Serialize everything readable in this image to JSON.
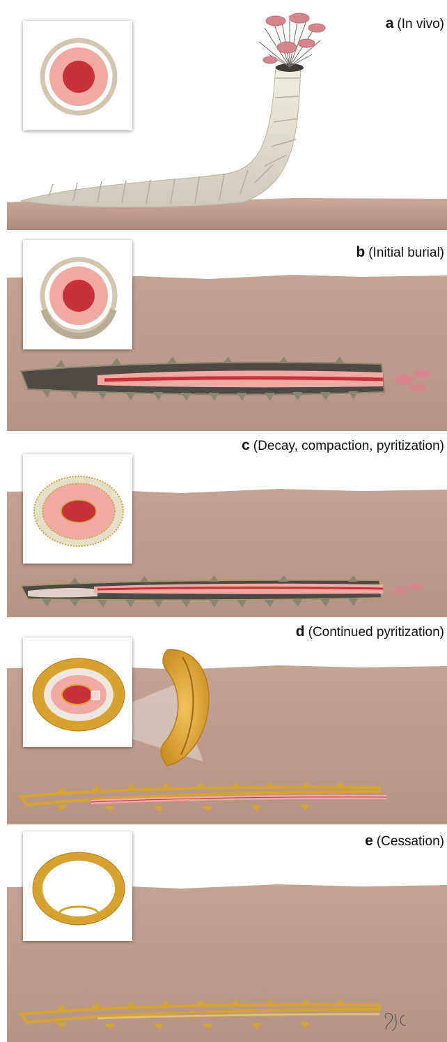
{
  "panels": [
    {
      "letter": "a",
      "caption": "(In vivo)"
    },
    {
      "letter": "b",
      "caption": "(Initial burial)"
    },
    {
      "letter": "c",
      "caption": "(Decay, compaction, pyritization)"
    },
    {
      "letter": "d",
      "caption": "(Continued pyritization)"
    },
    {
      "letter": "e",
      "caption": "(Cessation)"
    }
  ],
  "colors": {
    "sediment": "#b89888",
    "sediment_light": "#e8dcd6",
    "tube": "#e6e2d4",
    "tube_dark": "#4d4a44",
    "tissue": "#efaaa4",
    "gut": "#c8303a",
    "pyrite": "#d6a330",
    "inset_ring": "#d2c6ae"
  },
  "signature": "SJC"
}
